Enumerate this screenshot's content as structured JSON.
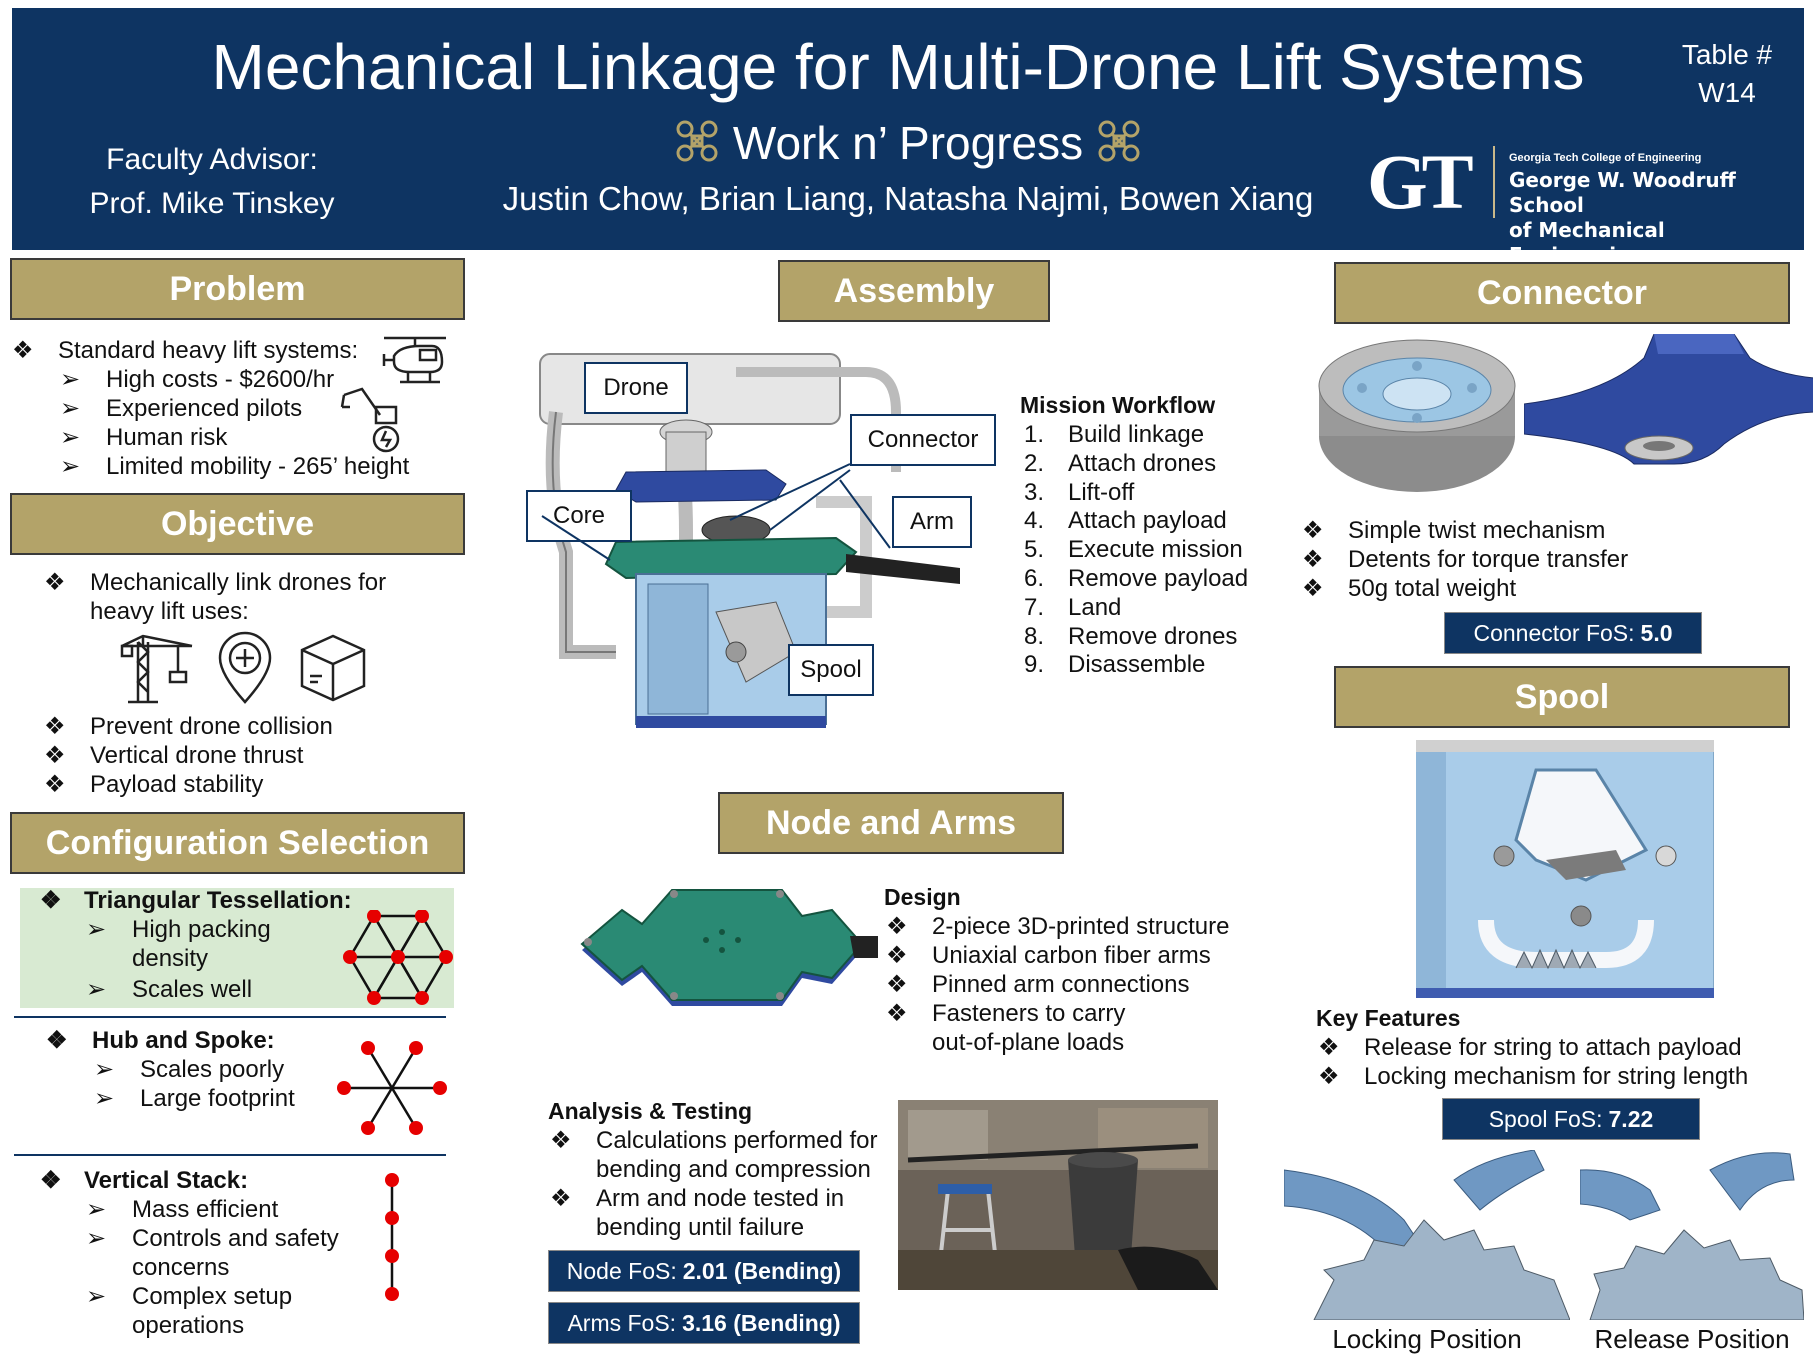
{
  "header": {
    "title": "Mechanical Linkage for Multi-Drone Lift Systems",
    "table_label": "Table #",
    "table_number": "W14",
    "advisor_label": "Faculty Advisor:",
    "advisor_name": "Prof. Mike Tinskey",
    "team_name": "Work n’ Progress",
    "authors": "Justin Chow, Brian Liang, Natasha Najmi, Bowen Xiang",
    "logo": {
      "mark": "GT",
      "college": "Georgia Tech College of Engineering",
      "school_line1": "George W. Woodruff School",
      "school_line2": "of Mechanical Engineering"
    }
  },
  "problem": {
    "heading": "Problem",
    "main": "Standard heavy lift systems:",
    "items": [
      "High costs - $2600/hr",
      "Experienced pilots",
      "Human risk",
      "Limited mobility - 265’ height"
    ]
  },
  "objective": {
    "heading": "Objective",
    "main_line1": "Mechanically link drones for",
    "main_line2": "heavy lift uses:",
    "items": [
      "Prevent drone collision",
      "Vertical drone thrust",
      "Payload stability"
    ]
  },
  "configuration": {
    "heading": "Configuration Selection",
    "triangular": {
      "title": "Triangular Tessellation:",
      "item1_line1": "High packing",
      "item1_line2": "density",
      "item2": "Scales well"
    },
    "hub": {
      "title": "Hub and Spoke:",
      "items": [
        "Scales poorly",
        "Large footprint"
      ]
    },
    "vertical": {
      "title": "Vertical Stack:",
      "item1": "Mass efficient",
      "item2_line1": "Controls and safety",
      "item2_line2": "concerns",
      "item3_line1": "Complex setup",
      "item3_line2": "operations"
    }
  },
  "assembly": {
    "heading": "Assembly",
    "callouts": [
      "Drone",
      "Connector",
      "Core",
      "Arm",
      "Spool"
    ],
    "workflow_title": "Mission Workflow",
    "workflow": [
      "1.",
      "Build linkage",
      "2.",
      "Attach drones",
      "3.",
      "Lift-off",
      "4.",
      "Attach payload",
      "5.",
      "Execute mission",
      "6.",
      "Remove payload",
      "7.",
      "Land",
      "8.",
      "Remove drones",
      "9.",
      "Disassemble"
    ]
  },
  "node_arms": {
    "heading": "Node and Arms",
    "design_title": "Design",
    "design_items": [
      "2-piece 3D-printed structure",
      "Uniaxial carbon fiber arms",
      "Pinned arm connections",
      "Fasteners to carry"
    ],
    "design_item4_line2": "out-of-plane loads",
    "analysis_title": "Analysis & Testing",
    "analysis_item1_line1": "Calculations performed for",
    "analysis_item1_line2": "bending and compression",
    "analysis_item2_line1": "Arm and node tested in",
    "analysis_item2_line2": "bending until failure",
    "node_fos_label": "Node FoS:",
    "node_fos_value": "2.01 (Bending)",
    "arms_fos_label": "Arms FoS:",
    "arms_fos_value": "3.16 (Bending)"
  },
  "connector": {
    "heading": "Connector",
    "items": [
      "Simple twist mechanism",
      "Detents for torque transfer",
      "50g total weight"
    ],
    "fos_label": "Connector FoS:",
    "fos_value": "5.0"
  },
  "spool": {
    "heading": "Spool",
    "features_title": "Key Features",
    "items": [
      "Release for string to attach payload",
      "Locking mechanism for string length"
    ],
    "fos_label": "Spool FoS:",
    "fos_value": "7.22",
    "caption_locking": "Locking Position",
    "caption_release": "Release Position"
  },
  "glyphs": {
    "diamond": "❖",
    "arrow": "➢"
  },
  "colors": {
    "navy": "#0e3462",
    "gold": "#b3a369",
    "panel_blue": "#a9cce9",
    "teal": "#2a8a74",
    "highlight_green": "#d8ead2",
    "node_red": "#e60000"
  }
}
